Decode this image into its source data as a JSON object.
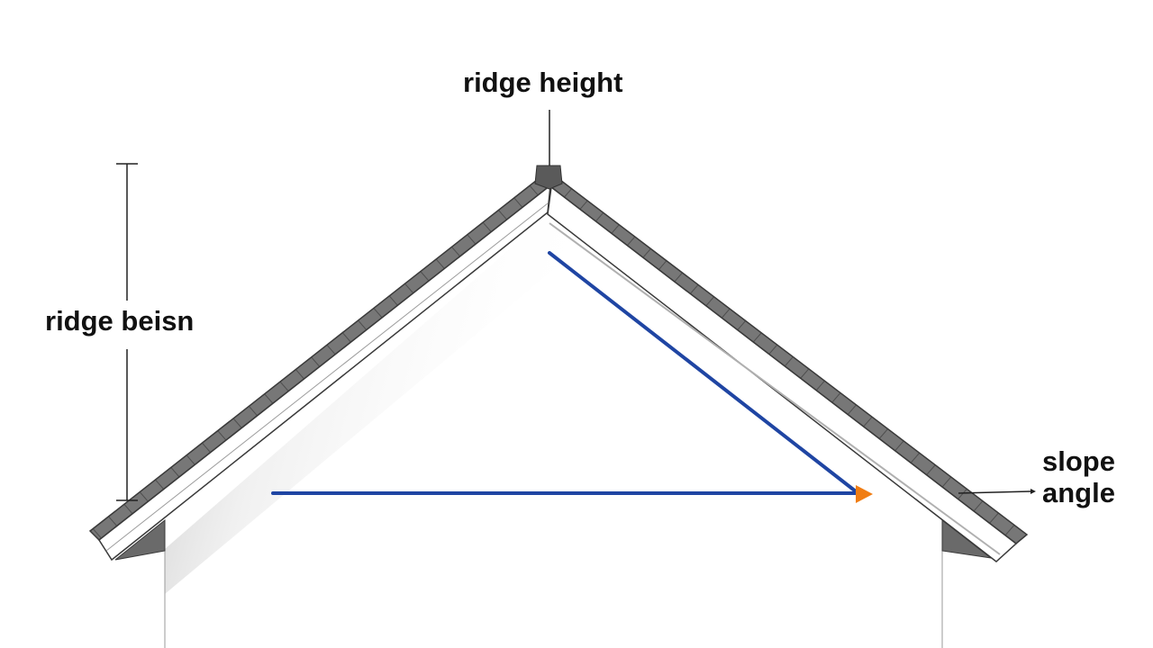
{
  "labels": {
    "ridge_height": "ridge height",
    "ridge_beisn": "ridge beisn",
    "slope_angle_line1": "slope",
    "slope_angle_line2": "angle"
  },
  "colors": {
    "roof_shingle": "#6f6f6f",
    "roof_shingle_dark": "#555555",
    "fascia": "#ffffff",
    "outline": "#3a3a3a",
    "guide_line": "#1f45a3",
    "arrow_accent": "#f07d13",
    "text": "#111111"
  }
}
